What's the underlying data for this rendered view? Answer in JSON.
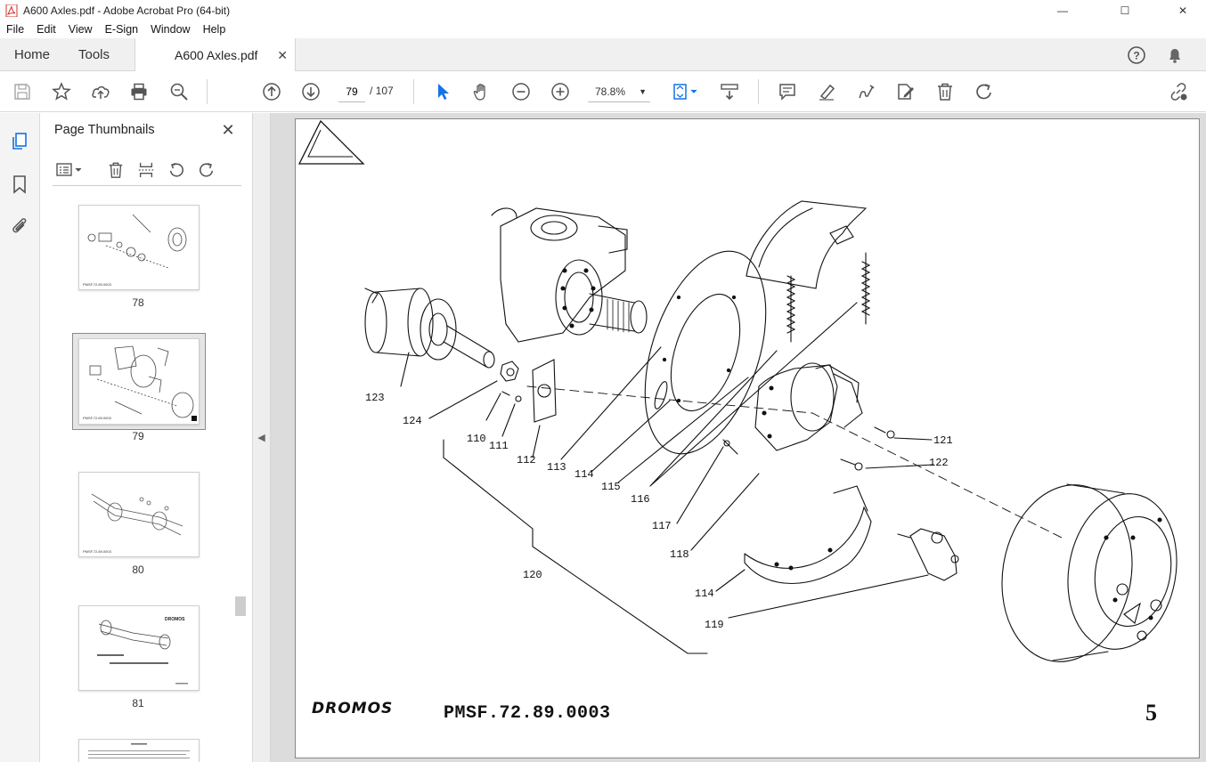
{
  "window": {
    "title": "A600 Axles.pdf - Adobe Acrobat Pro (64-bit)",
    "controls": {
      "minimize": "—",
      "maximize": "☐",
      "close": "✕"
    }
  },
  "menu": [
    "File",
    "Edit",
    "View",
    "E-Sign",
    "Window",
    "Help"
  ],
  "tabs": {
    "home": "Home",
    "tools": "Tools",
    "document": "A600 Axles.pdf"
  },
  "toolbar": {
    "current_page": "79",
    "page_total": "/ 107",
    "zoom": "78.8%",
    "icons": [
      "save-icon",
      "star-icon",
      "upload-icon",
      "print-icon",
      "search-zoom-icon",
      "arrow-up-icon",
      "arrow-down-icon",
      "cursor-icon",
      "hand-icon",
      "zoom-out-icon",
      "zoom-in-icon",
      "fit-page-icon",
      "scroll-mode-icon",
      "comment-icon",
      "highlight-icon",
      "sign-icon",
      "fill-sign-icon",
      "delete-icon",
      "rotate-icon",
      "share-link-icon"
    ]
  },
  "panel": {
    "title": "Page Thumbnails",
    "thumbnails": [
      {
        "label": "78",
        "selected": false
      },
      {
        "label": "79",
        "selected": true
      },
      {
        "label": "80",
        "selected": false
      },
      {
        "label": "81",
        "selected": false
      }
    ]
  },
  "document_page": {
    "code": "PMSF.72.89.0003",
    "page_number": "5",
    "brand": "DROMOS",
    "callouts": [
      "123",
      "124",
      "110",
      "111",
      "112",
      "113",
      "114",
      "115",
      "116",
      "117",
      "118",
      "120",
      "114",
      "119",
      "121",
      "122"
    ]
  }
}
